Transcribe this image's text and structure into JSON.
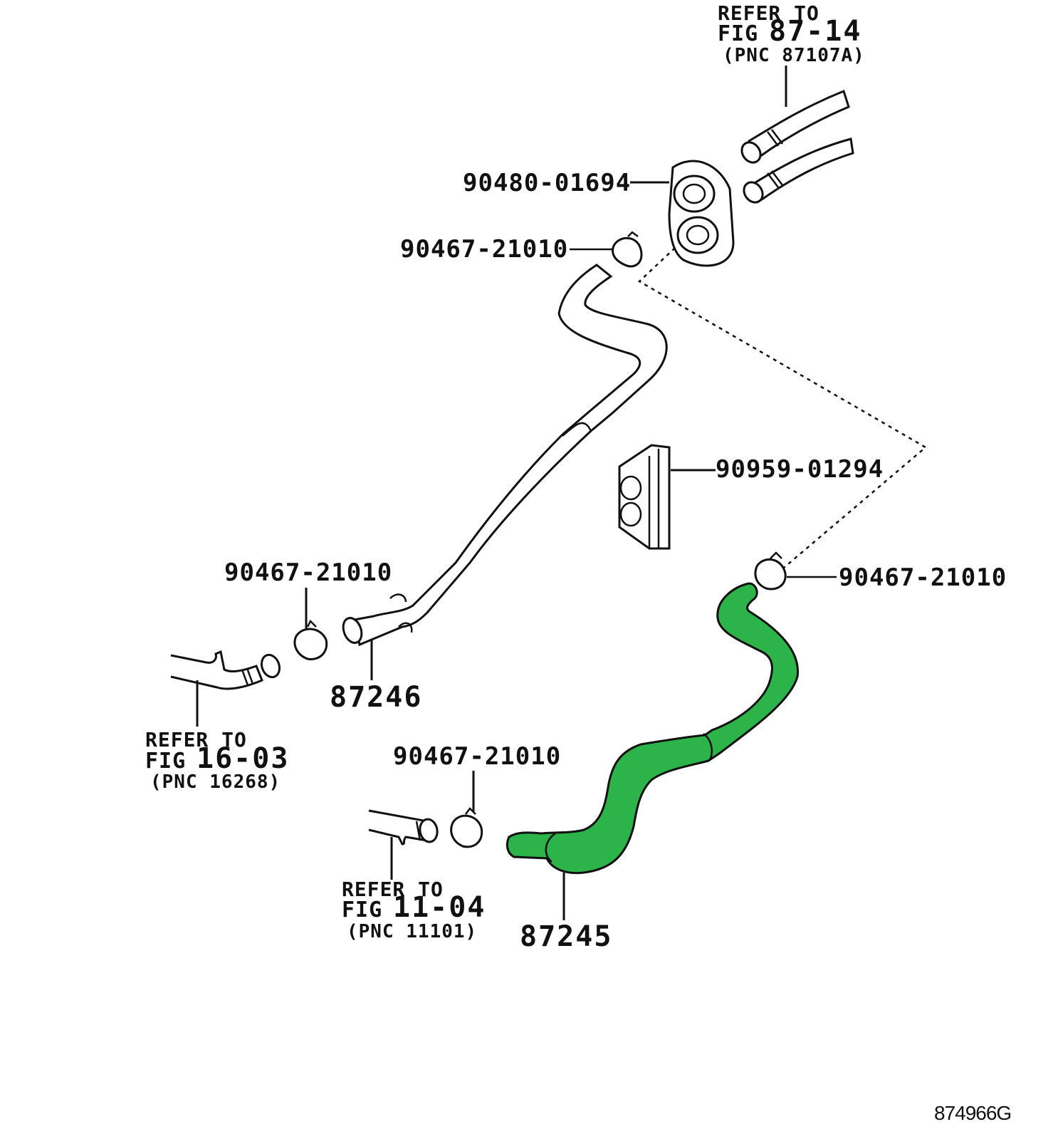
{
  "colors": {
    "highlight": "#2cb34a",
    "line": "#111111",
    "background": "#ffffff"
  },
  "labels": {
    "grommet_top": "90480-01694",
    "clamp_top": "90467-21010",
    "clamp_left": "90467-21010",
    "clamp_right": "90467-21010",
    "clamp_bottom": "90467-21010",
    "clamp_holder": "90959-01294",
    "hose_upper": "87246",
    "hose_lower": "87245"
  },
  "references": {
    "top": {
      "line1": "REFER TO",
      "line2_prefix": "FIG",
      "line2_num": "87-14",
      "line3": "(PNC 87107A)"
    },
    "left": {
      "line1": "REFER TO",
      "line2_prefix": "FIG",
      "line2_num": "16-03",
      "line3": "(PNC 16268)"
    },
    "bottom": {
      "line1": "REFER TO",
      "line2_prefix": "FIG",
      "line2_num": "11-04",
      "line3": "(PNC 11101)"
    }
  },
  "illustration_id": "874966G"
}
